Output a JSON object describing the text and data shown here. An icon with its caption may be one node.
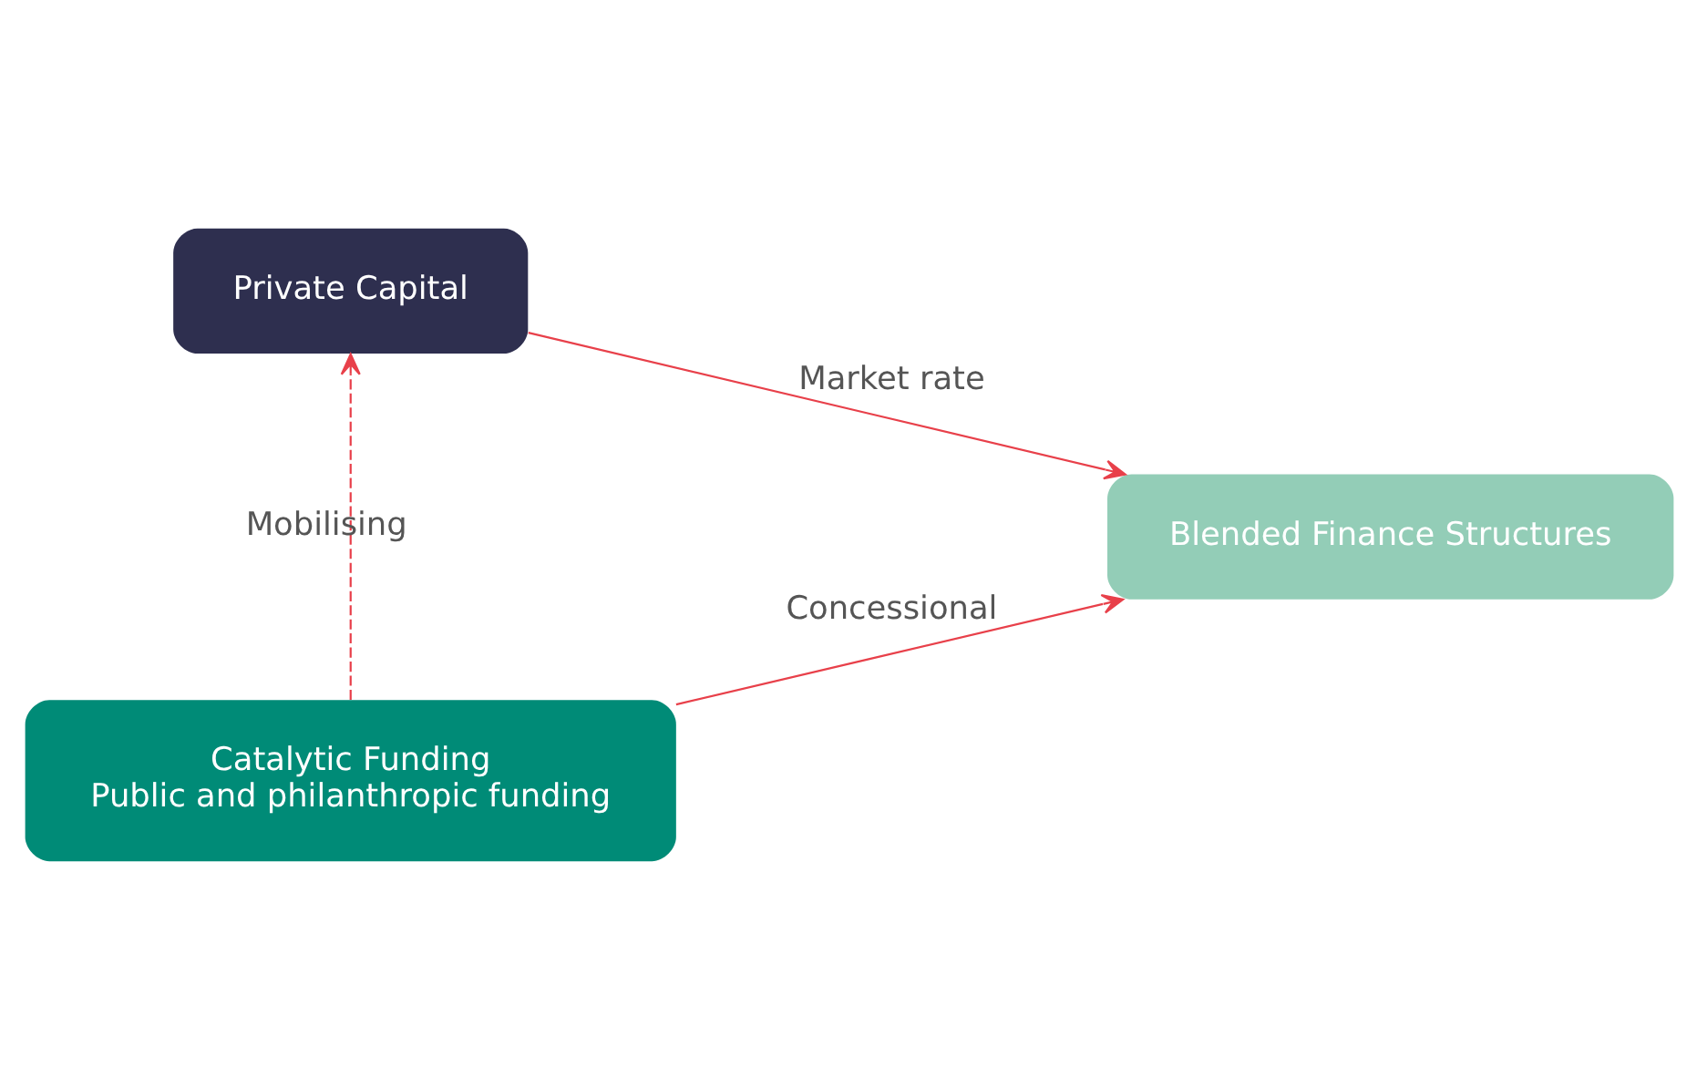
{
  "diagram": {
    "nodes": [
      {
        "text": [
          "Private Capital"
        ]
      },
      {
        "text": [
          "Blended Finance Structures"
        ]
      },
      {
        "text": [
          "Catalytic Funding",
          "Public and philanthropic funding"
        ]
      }
    ],
    "edges": [
      {
        "from": 0,
        "to": 1,
        "arrow": "to",
        "label": "Market rate"
      },
      {
        "from": 2,
        "to": 1,
        "arrow": "to",
        "label": "Concessional"
      },
      {
        "from": 2,
        "to": 0,
        "arrow": "to",
        "label": "Mobilising",
        "style": "dashed"
      }
    ]
  }
}
